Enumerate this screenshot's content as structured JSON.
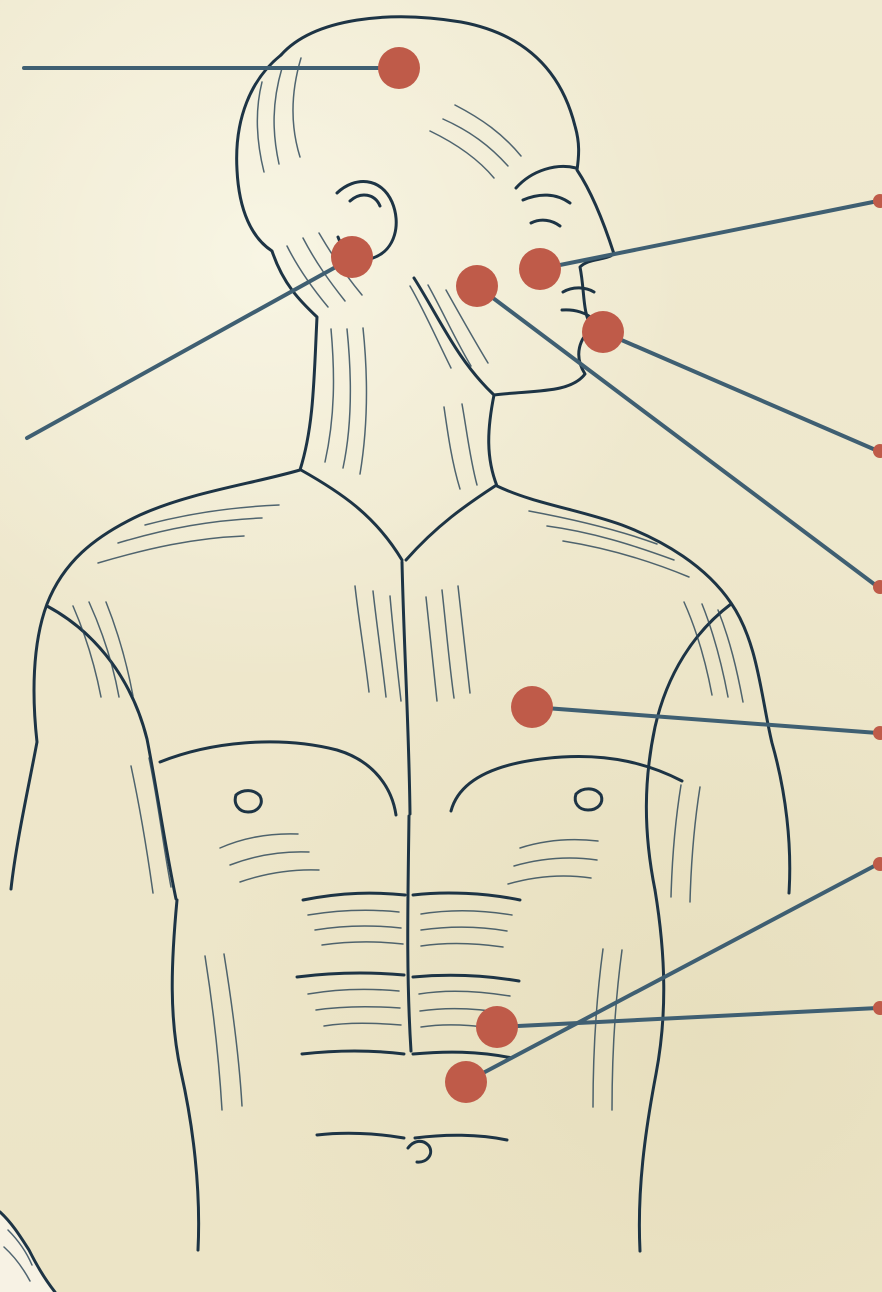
{
  "diagram": {
    "colors": {
      "background": "#efe9cf",
      "ink": "#1d3445",
      "leader": "#3f5f72",
      "marker": "#bf5b49"
    },
    "markers": [
      {
        "name": "head-crown-marker"
      },
      {
        "name": "ear-marker"
      },
      {
        "name": "cheek-marker"
      },
      {
        "name": "nose-marker"
      },
      {
        "name": "chin-marker"
      },
      {
        "name": "chest-marker"
      },
      {
        "name": "upper-abdomen-marker"
      },
      {
        "name": "lower-abdomen-marker"
      }
    ]
  }
}
